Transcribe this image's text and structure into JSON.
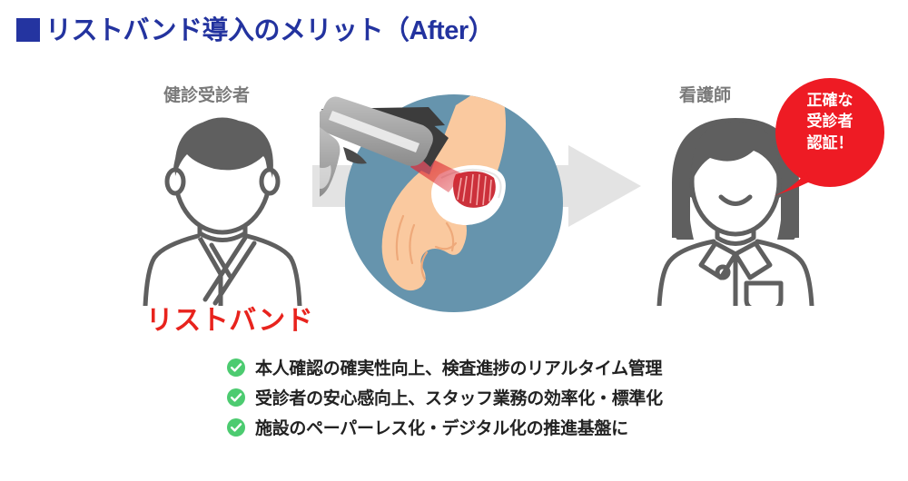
{
  "title": {
    "bullet": "■",
    "text": "リストバンド導入のメリット（After）",
    "color": "#23339F"
  },
  "people": {
    "patient_caption": "健診受診者",
    "nurse_caption": "看護師",
    "caption_color": "#7A7A7A"
  },
  "speech_bubble": {
    "line1": "正確な",
    "line2": "受診者",
    "line3": "認証！",
    "background_color": "#EE1B24",
    "text_color": "#FFFFFF"
  },
  "illustration": {
    "wristband_label": "リストバンド",
    "wristband_label_color": "#E8231D",
    "circle_color": "#6694AD",
    "arrow_color": "#E3E3E3",
    "scanner_body_color": "#A5A5A5",
    "scanner_head_color": "#3C3C3C",
    "laser_color": "#D8222A",
    "skin_color": "#FAC99F",
    "band_color": "#FFFFFF"
  },
  "benefits": {
    "check_color": "#4CCB70",
    "items": [
      "本人確認の確実性向上、検査進捗のリアルタイム管理",
      "受診者の安心感向上、スタッフ業務の効率化・標準化",
      "施設のペーパーレス化・デジタル化の推進基盤に"
    ]
  }
}
